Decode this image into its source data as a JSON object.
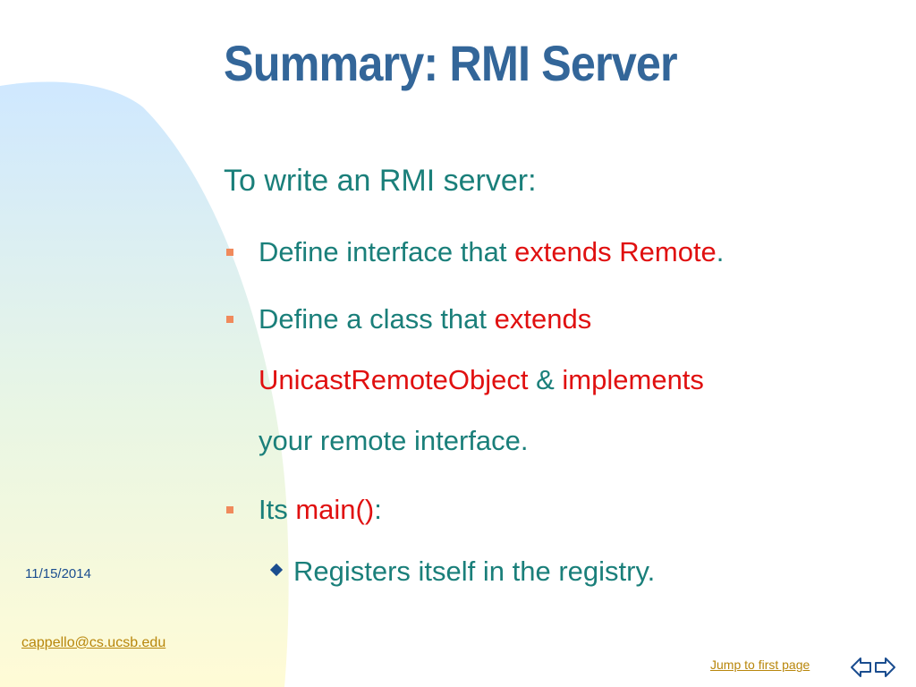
{
  "slide": {
    "title": "Summary: RMI Server",
    "intro": "To write an RMI server:",
    "bullets": [
      {
        "text_a": "Define interface that ",
        "text_b": "extends Remote",
        "text_c": "."
      },
      {
        "line1_a": "Define a class that ",
        "line1_b": "extends",
        "line2_a": "UnicastRemoteObject",
        "line2_b": " & ",
        "line2_c": "implements",
        "line3": "your remote interface."
      },
      {
        "text_a": "Its ",
        "text_b": "main()",
        "text_c": ":"
      }
    ],
    "sub_bullet": "Registers itself in the registry."
  },
  "footer": {
    "date": "11/15/2014",
    "email": "cappello@cs.ucsb.edu",
    "jump_link": "Jump to first page"
  },
  "colors": {
    "title": "#336699",
    "body_text": "#1a7f7a",
    "highlight": "#e01010",
    "bullet": "#f08a5c",
    "link": "#b8860b"
  },
  "icons": [
    "nav-back-forward-icon",
    "diamond-bullet-icon",
    "square-bullet-icon"
  ]
}
